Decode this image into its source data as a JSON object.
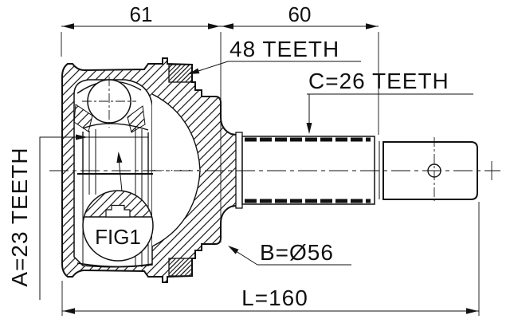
{
  "drawing": {
    "type": "cv-joint-outer-technical-drawing",
    "colors": {
      "ink": "#111111",
      "paper": "#ffffff"
    },
    "dimensions": {
      "housing_width": "61",
      "spline_section_length": "60",
      "total_length": "L=160"
    },
    "labels": {
      "abs_ring_teeth": "48 TEETH",
      "outer_spline_teeth": "C=26 TEETH",
      "inner_spline_teeth": "A=23 TEETH",
      "outer_diameter": "B=Ø56",
      "detail_figure": "FIG1"
    }
  }
}
